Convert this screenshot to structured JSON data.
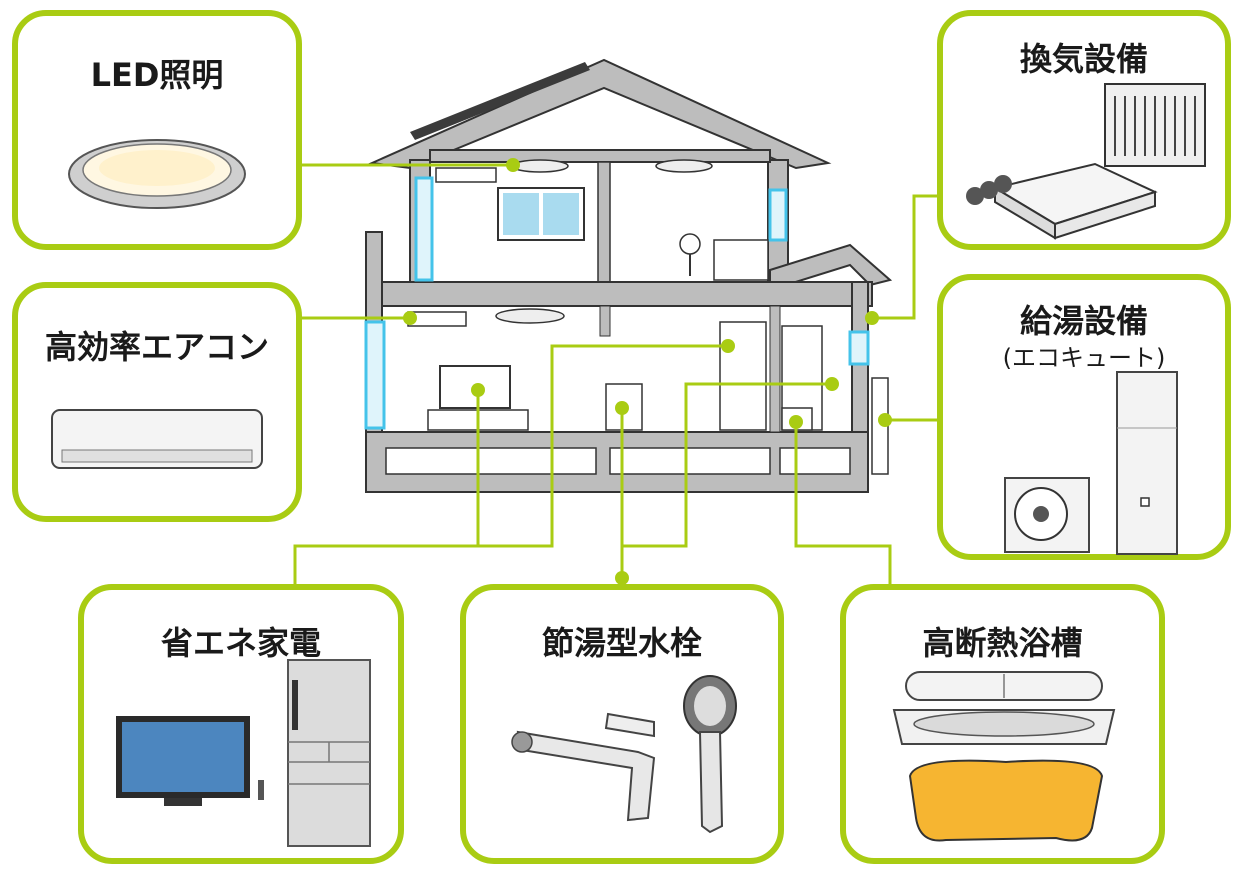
{
  "cards": {
    "led": {
      "title": "LED照明"
    },
    "aircon": {
      "title": "高効率エアコン"
    },
    "vent": {
      "title": "換気設備"
    },
    "water_heater": {
      "title": "給湯設備",
      "subtitle": "(エコキュート)"
    },
    "appliances": {
      "title": "省エネ家電"
    },
    "faucet": {
      "title": "節湯型水栓"
    },
    "bathtub": {
      "title": "高断熱浴槽"
    }
  },
  "colors": {
    "connector": "#a9cc13",
    "house_wall": "#bdbdbd",
    "window_insulation": "#44c3ea",
    "bathtub_base": "#f6b531"
  }
}
